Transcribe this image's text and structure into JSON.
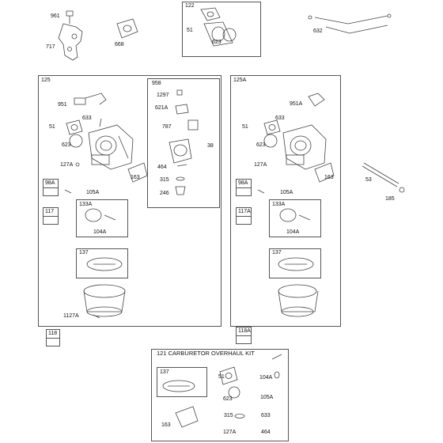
{
  "kit_title": "121 CARBURETOR OVERHAUL KIT",
  "frames": [
    "122",
    "125",
    "958",
    "125A"
  ],
  "subframes": [
    "98A",
    "117",
    "133A",
    "137",
    "118",
    "98A",
    "117A",
    "133A",
    "137",
    "118A",
    "137"
  ],
  "top_labels": [
    "961",
    "717",
    "668",
    "51",
    "623",
    "632"
  ],
  "left_labels": [
    "951",
    "633",
    "51",
    "623",
    "127A",
    "163",
    "105A",
    "104A",
    "1127A"
  ],
  "fuel_labels": [
    "1297",
    "621A",
    "787",
    "464",
    "315",
    "246"
  ],
  "center_labels": [
    "38"
  ],
  "right_labels": [
    "951A",
    "633",
    "51",
    "623",
    "127A",
    "163",
    "105A",
    "104A"
  ],
  "far_right_labels": [
    "53",
    "185"
  ],
  "kit_labels": [
    "51",
    "104A",
    "623",
    "105A",
    "315",
    "633",
    "163",
    "127A",
    "464"
  ]
}
